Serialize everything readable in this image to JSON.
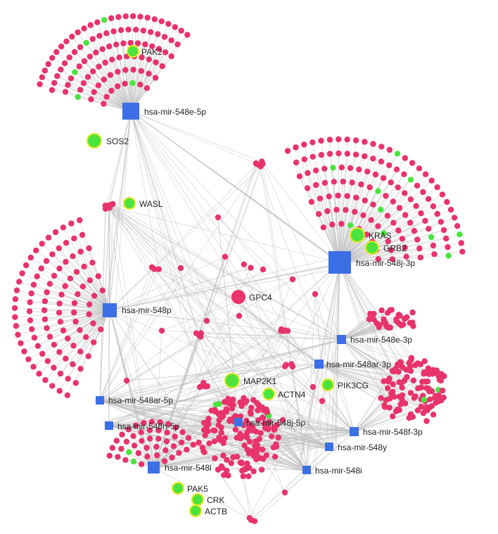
{
  "colors": {
    "mirna": "#3C6FE6",
    "target": "#E8336B",
    "highlight": "#4BE33E",
    "highlight_ring": "#E3E81A",
    "edge": "#BDBDBD",
    "background": "#FFFFFF"
  },
  "mirnas": [
    {
      "id": "m1",
      "label": "hsa-mir-548e-5p"
    },
    {
      "id": "m2",
      "label": "hsa-mir-548j-3p"
    },
    {
      "id": "m3",
      "label": "hsa-mir-548p"
    },
    {
      "id": "m4",
      "label": "hsa-mir-548e-3p"
    },
    {
      "id": "m5",
      "label": "hsa-mir-548ar-3p"
    },
    {
      "id": "m6",
      "label": "hsa-mir-548ar-5p"
    },
    {
      "id": "m7",
      "label": "hsa-mir-548h-5p"
    },
    {
      "id": "m8",
      "label": "hsa-mir-548j-5p"
    },
    {
      "id": "m9",
      "label": "hsa-mir-548f-3p"
    },
    {
      "id": "m10",
      "label": "hsa-mir-548y"
    },
    {
      "id": "m11",
      "label": "hsa-mir-548l"
    },
    {
      "id": "m12",
      "label": "hsa-mir-548i"
    }
  ],
  "labeled_genes": [
    {
      "id": "g1",
      "label": "PAK2",
      "highlight": true
    },
    {
      "id": "g2",
      "label": "SOS2",
      "highlight": true
    },
    {
      "id": "g3",
      "label": "WASL",
      "highlight": true
    },
    {
      "id": "g4",
      "label": "KRAS",
      "highlight": true
    },
    {
      "id": "g5",
      "label": "GRB2",
      "highlight": true
    },
    {
      "id": "g6",
      "label": "GPC4",
      "highlight": false
    },
    {
      "id": "g7",
      "label": "MAP2K1",
      "highlight": true
    },
    {
      "id": "g8",
      "label": "ACTN4",
      "highlight": true
    },
    {
      "id": "g9",
      "label": "PIK3CG",
      "highlight": true
    },
    {
      "id": "g10",
      "label": "PAK5",
      "highlight": true
    },
    {
      "id": "g11",
      "label": "CRK",
      "highlight": true
    },
    {
      "id": "g12",
      "label": "ACTB",
      "highlight": true
    }
  ]
}
